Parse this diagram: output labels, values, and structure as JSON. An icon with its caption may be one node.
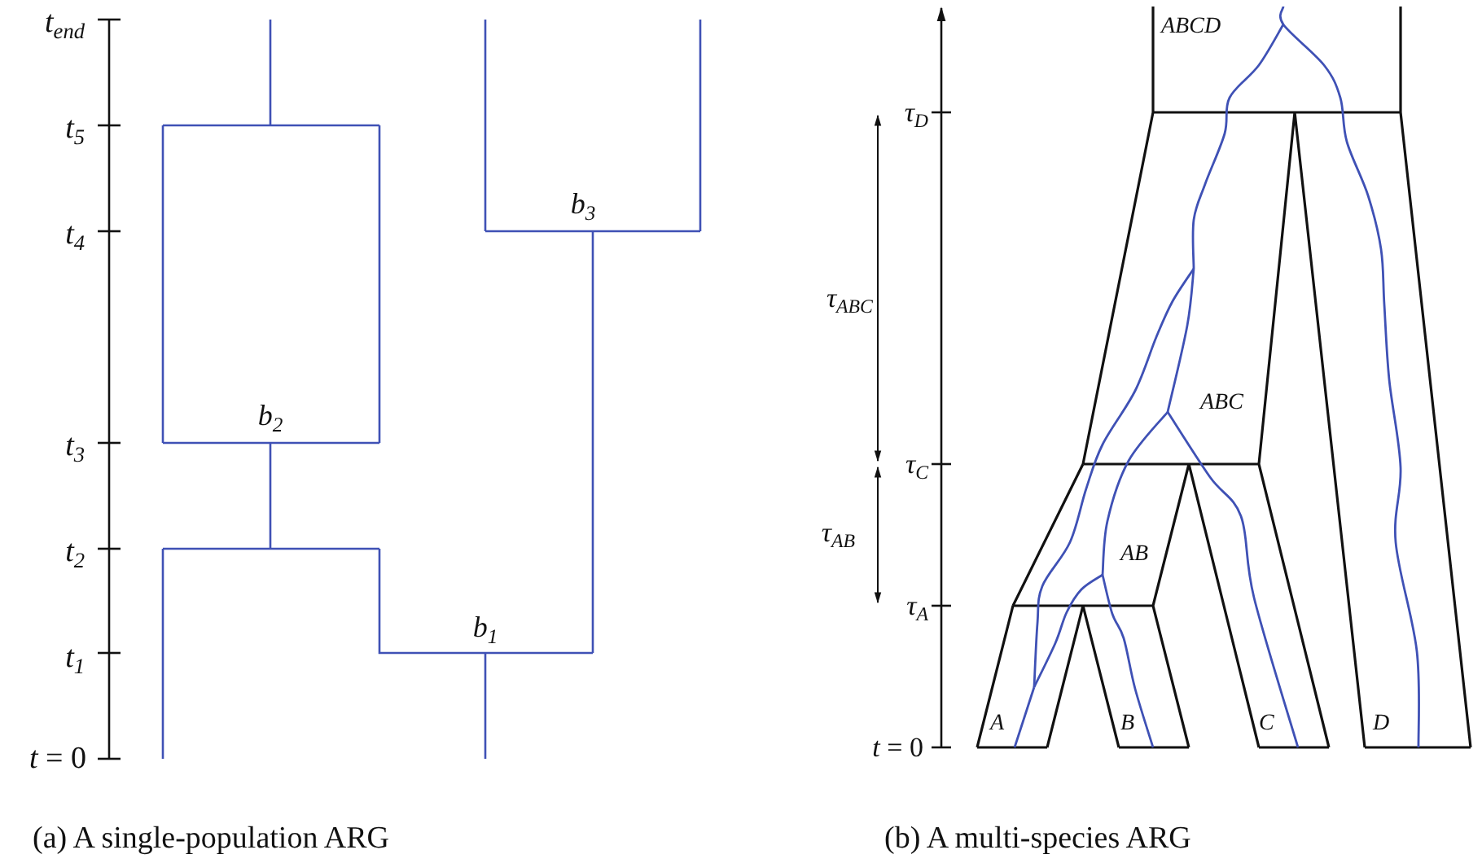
{
  "diagram": {
    "labels": [
      "t$_{end}$",
      "t$_{5}$",
      "t$_{4}$",
      "b$_{3}$",
      "t$_{3}$",
      "b$_{2}$",
      "t$_{2}$",
      "t$_{1}$",
      "b$_{1}$",
      "*t* = 0",
      "(a) A single-population ARG",
      "ABCD",
      "τ$_{D}$",
      "τ$_{ABC}$",
      "ABC",
      "τ$_{C}$",
      "τ$_{AB}$",
      "AB",
      "τ$_{A}$",
      "*t* = 0",
      "A",
      "B",
      "C",
      "D",
      "(b) A multi-species ARG"
    ]
  }
}
